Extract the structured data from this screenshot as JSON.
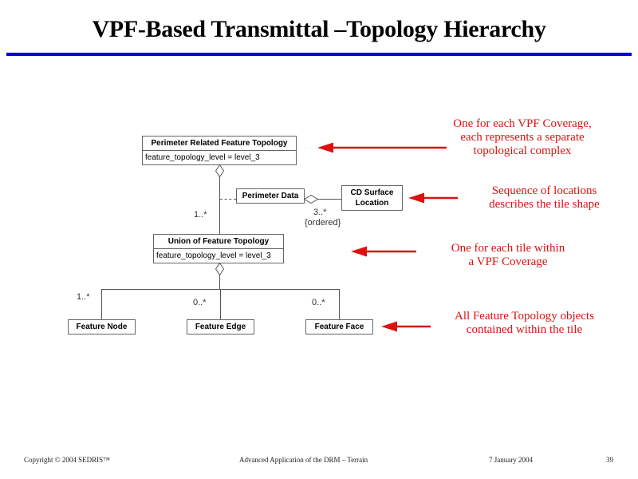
{
  "slide": {
    "title": "VPF-Based Transmittal –Topology Hierarchy",
    "rule_color": "#0000cc"
  },
  "diagram": {
    "classes": [
      {
        "id": "perimeter-related-feature-topology",
        "name": "Perimeter Related Feature Topology",
        "attribute": "feature_topology_level = level_3"
      },
      {
        "id": "perimeter-data",
        "name": "Perimeter Data",
        "attribute": ""
      },
      {
        "id": "cd-surface-location",
        "name_line1": "CD Surface",
        "name_line2": "Location",
        "attribute": ""
      },
      {
        "id": "union-of-feature-topology",
        "name": "Union of Feature Topology",
        "attribute": "feature_topology_level = level_3"
      },
      {
        "id": "feature-node",
        "name": "Feature Node",
        "attribute": ""
      },
      {
        "id": "feature-edge",
        "name": "Feature Edge",
        "attribute": ""
      },
      {
        "id": "feature-face",
        "name": "Feature Face",
        "attribute": ""
      }
    ],
    "multiplicities": {
      "perimeter_to_union": "1..*",
      "cd_surface_location": "3..*",
      "cd_surface_location_constraint": "{ordered}",
      "feature_node": "1..*",
      "feature_edge": "0..*",
      "feature_face": "0..*"
    }
  },
  "annotations": [
    {
      "id": "note-vpf-coverage",
      "line1": "One for each VPF Coverage,",
      "line2": "each represents a separate",
      "line3": "topological complex"
    },
    {
      "id": "note-sequence-locations",
      "line1": "Sequence of locations",
      "line2": "describes the tile shape"
    },
    {
      "id": "note-tile-within-coverage",
      "line1": "One for each tile within",
      "line2": "a VPF Coverage"
    },
    {
      "id": "note-feature-topology-objects",
      "line1": "All Feature Topology objects",
      "line2": "contained within the tile"
    }
  ],
  "footer": {
    "copyright": "Copyright © 2004 SEDRIS™",
    "center": "Advanced Application of the DRM – Terrain",
    "date": "7 January 2004",
    "page": "39"
  },
  "colors": {
    "annotation_red": "#dd1111",
    "rule_blue": "#0000cc",
    "line_gray": "#555555"
  }
}
